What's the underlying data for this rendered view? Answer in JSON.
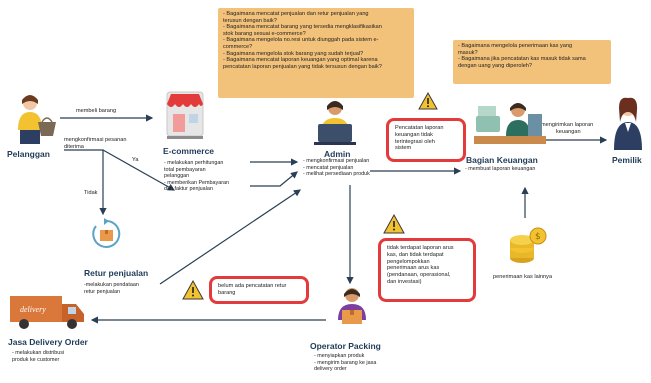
{
  "nodes": {
    "pelanggan": "Pelanggan",
    "ecommerce": "E-commerce",
    "admin": "Admin",
    "bagian_keuangan": "Bagian Keuangan",
    "pemilik": "Pemilik",
    "retur": "Retur penjualan",
    "jasa": "Jasa Delivery Order",
    "operator": "Operator Packing",
    "penerimaan": "penerimaan kas lainnya"
  },
  "edges": {
    "membeli": "membeli barang",
    "konfirmasi": "mengkonfirmasi pesanan",
    "diterima": "diterima",
    "ya": "Ya",
    "tidak": "Tidak",
    "laporan": "mengirimkan laporan",
    "keuangan": "keuangan"
  },
  "ecommerce_tasks": [
    "- melakukan perhitungan",
    "total pembayaran",
    "pelanggan",
    "- memberikan Pembayaran",
    "dan faktur penjualan"
  ],
  "admin_tasks": [
    "- mengkonfirmasi penjualan",
    "- mencatat penjualan",
    "- melihat persediaan produk"
  ],
  "keuangan_tasks": [
    "- membuat laporan keuangan"
  ],
  "retur_tasks": [
    "-melakukan pendataan",
    "retur penjualan"
  ],
  "jasa_tasks": [
    "- melakukan distribusi",
    "produk ke customer"
  ],
  "operator_tasks": [
    "- menyiapkan produk",
    "- mengirim barang ke jasa",
    "delivery order"
  ],
  "questions_admin": [
    "- Bagaimana mencatat penjualan dan retur penjualan yang",
    "terusun dengan baik?",
    "- Bagaimana mencatat barang yang tersedia mengklasifikasikan",
    "stok barang sesuai e-commerce?",
    "- Bagaimana mengelola no.resi untuk diunggah pada sistem e-",
    "commerce?",
    "- Bagaimana mengelola stok barang yang sudah terjual?",
    "- Bagaimana mencatat laporan keuangan yang optimal karena",
    "pencatatan laporan penjualan yang tidak tersusun dengan baik?"
  ],
  "questions_keuangan": [
    "- Bagaimana mengelola penerimaan kas yang",
    "masuk?",
    "- Bagaimana jika pencatatan kas masuk tidak sama",
    "dengan uang yang diperoleh?"
  ],
  "issues": {
    "keuangan": [
      "Pencatatan laporan",
      "keuangan tidak",
      "terintegrasi oleh",
      "sistem"
    ],
    "kas": [
      "tidak terdapat laporan arus",
      "kas,  dan tidak terdapat",
      "pengelompokkan",
      "penerimaan arus kas",
      "(pendanaan, operasional,",
      "dan investasi)"
    ],
    "retur": [
      "belum ada pencatatan retur",
      "barang"
    ]
  },
  "colors": {
    "note": "#f3c27a",
    "alert": "#e33b3b",
    "warning": "#f2c230",
    "arrow": "#2a3f55"
  },
  "icons": [
    "shopper-icon",
    "storefront-icon",
    "admin-laptop-icon",
    "finance-desk-icon",
    "owner-icon",
    "return-box-icon",
    "delivery-truck-icon",
    "packer-icon",
    "coins-icon",
    "warning-icon"
  ]
}
